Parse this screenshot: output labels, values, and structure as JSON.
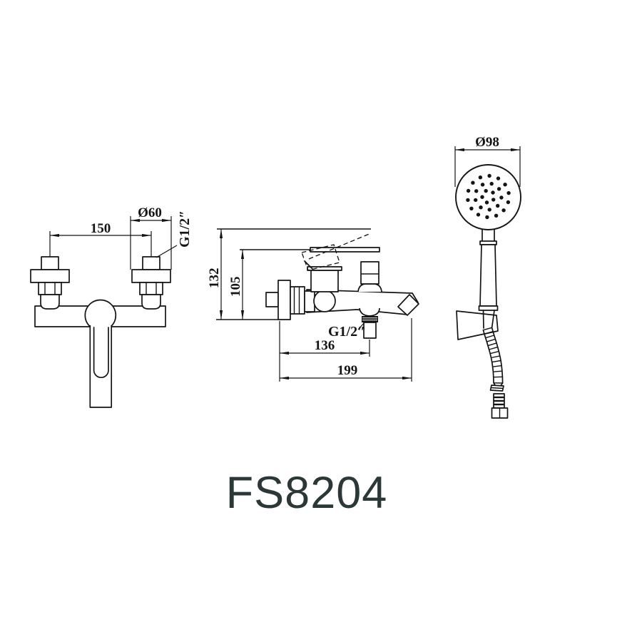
{
  "drawing": {
    "model": "FS8204",
    "front_view": {
      "inlet_spacing": "150",
      "flange_diameter": "Ø60",
      "inlet_thread": "G1/2″"
    },
    "side_view": {
      "total_height": "132",
      "body_height": "105",
      "outlet_thread": "G1/2″",
      "outlet_offset": "136",
      "total_depth": "199"
    },
    "shower_view": {
      "head_diameter": "Ø98"
    },
    "colors": {
      "line": "#141414",
      "model_text": "#2c3838"
    }
  }
}
